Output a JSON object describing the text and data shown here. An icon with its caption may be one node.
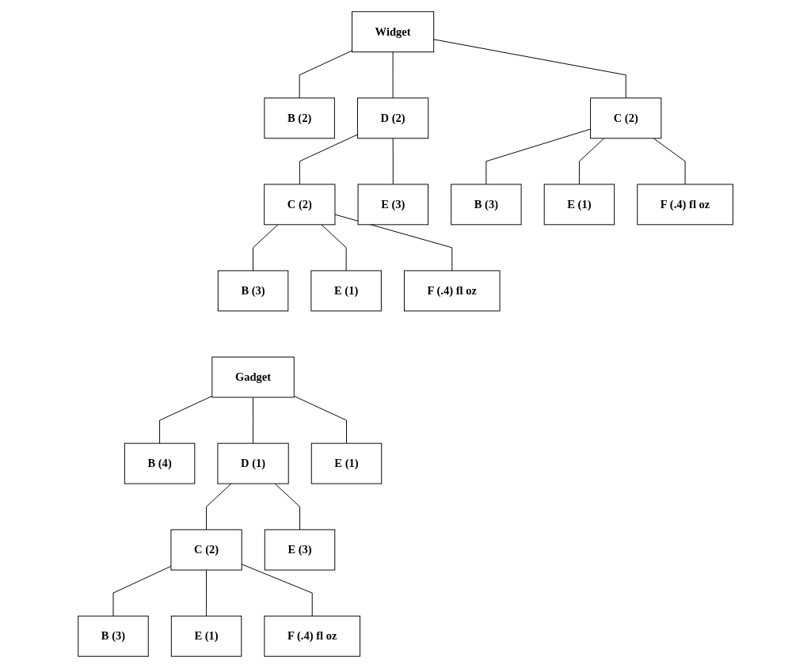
{
  "diagram": {
    "nodes": [
      {
        "text": [
          "Widget"
        ]
      },
      {
        "text": [
          "B (2)"
        ]
      },
      {
        "text": [
          "D (2)"
        ]
      },
      {
        "text": [
          "C (2)"
        ]
      },
      {
        "text": [
          "C (2)"
        ]
      },
      {
        "text": [
          "E (3)"
        ]
      },
      {
        "text": [
          "B (3)"
        ]
      },
      {
        "text": [
          "E (1)"
        ]
      },
      {
        "text": [
          "F (.4) fl oz"
        ]
      },
      {
        "text": [
          "B (3)"
        ]
      },
      {
        "text": [
          "E (1)"
        ]
      },
      {
        "text": [
          "F (.4) fl oz"
        ]
      },
      {
        "text": [
          "Gadget"
        ]
      },
      {
        "text": [
          "B (4)"
        ]
      },
      {
        "text": [
          "D (1)"
        ]
      },
      {
        "text": [
          "E (1)"
        ]
      },
      {
        "text": [
          "C (2)"
        ]
      },
      {
        "text": [
          "E (3)"
        ]
      },
      {
        "text": [
          "B (3)"
        ]
      },
      {
        "text": [
          "E (1)"
        ]
      },
      {
        "text": [
          "F (.4) fl oz"
        ]
      }
    ],
    "edges": [
      {
        "from": 0,
        "to": 1,
        "arrow": "none"
      },
      {
        "from": 0,
        "to": 2,
        "arrow": "none"
      },
      {
        "from": 0,
        "to": 3,
        "arrow": "none"
      },
      {
        "from": 2,
        "to": 4,
        "arrow": "none"
      },
      {
        "from": 2,
        "to": 5,
        "arrow": "none"
      },
      {
        "from": 3,
        "to": 6,
        "arrow": "none"
      },
      {
        "from": 3,
        "to": 7,
        "arrow": "none"
      },
      {
        "from": 3,
        "to": 8,
        "arrow": "none"
      },
      {
        "from": 4,
        "to": 9,
        "arrow": "none"
      },
      {
        "from": 4,
        "to": 10,
        "arrow": "none"
      },
      {
        "from": 4,
        "to": 11,
        "arrow": "none"
      },
      {
        "from": 12,
        "to": 13,
        "arrow": "none"
      },
      {
        "from": 12,
        "to": 14,
        "arrow": "none"
      },
      {
        "from": 12,
        "to": 15,
        "arrow": "none"
      },
      {
        "from": 14,
        "to": 16,
        "arrow": "none"
      },
      {
        "from": 14,
        "to": 17,
        "arrow": "none"
      },
      {
        "from": 16,
        "to": 18,
        "arrow": "none"
      },
      {
        "from": 16,
        "to": 19,
        "arrow": "none"
      },
      {
        "from": 16,
        "to": 20,
        "arrow": "none"
      }
    ]
  }
}
